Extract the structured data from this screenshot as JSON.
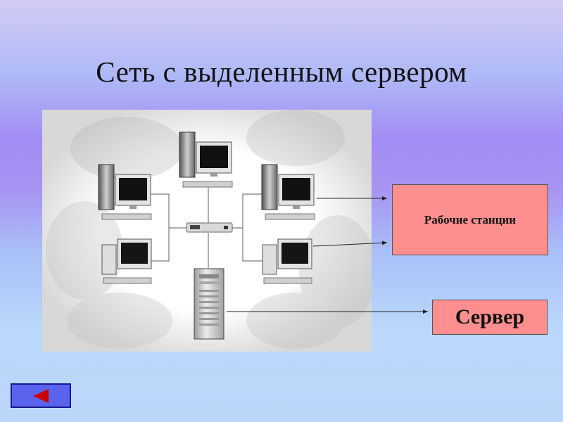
{
  "slide": {
    "title": "Сеть с выделенным сервером"
  },
  "callouts": {
    "workstations_label": "Рабочие станции",
    "server_label": "Сервер"
  },
  "colors": {
    "callout_fill": "#ff8f8f",
    "nav_button_fill": "#5a63ee",
    "nav_arrow": "#cc0000"
  },
  "icons": {
    "nav_back": "triangle-left-icon"
  }
}
